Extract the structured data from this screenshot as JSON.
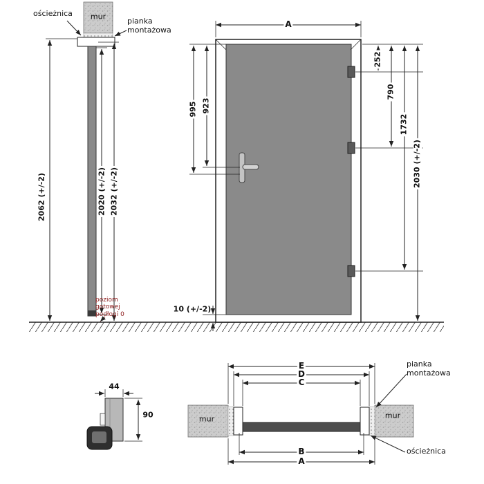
{
  "colors": {
    "door_leaf": "#8a8a8a",
    "wall": "#cccccc",
    "leaf_section": "#4d4d4d",
    "floor_text": "#8b1a1a",
    "line": "#222222"
  },
  "section_view": {
    "frame_label": "ościeżnica",
    "wall_label": "mur",
    "foam_label": "pianka montażowa",
    "dim_total_height": "2062 (+/-2)",
    "dim_leaf_height": "2020 (+/-2)",
    "dim_frame_height": "2032 (+/-2)",
    "floor_level_label": "poziom gotowej podłogi 0"
  },
  "front_view": {
    "dim_frame_width": "A",
    "dim_handle_from_frame_top": "995",
    "dim_handle_from_leaf_top": "923",
    "dim_hinge_top": "252",
    "dim_hinge_middle": "790",
    "dim_hinge_bottom": "1732",
    "dim_total_height": "2030 (+/-2)",
    "dim_floor_gap": "10 (+/-2)"
  },
  "profile_detail": {
    "dim_frame_width": "44",
    "dim_frame_depth": "90"
  },
  "plan_detail": {
    "dim_e": "E",
    "dim_d": "D",
    "dim_c": "C",
    "dim_b": "B",
    "dim_a": "A",
    "wall_left_label": "mur",
    "wall_right_label": "mur",
    "foam_label": "pianka montażowa",
    "frame_label": "ościeżnica"
  }
}
